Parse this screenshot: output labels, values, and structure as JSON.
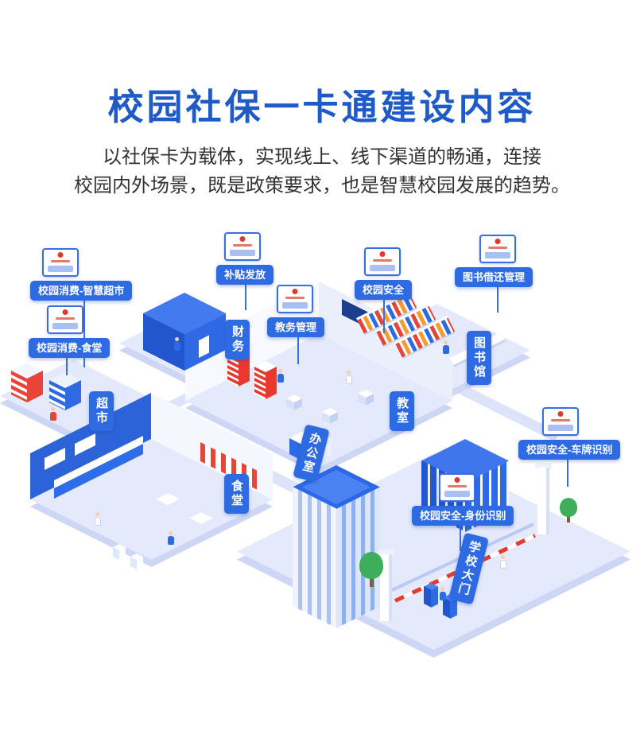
{
  "header": {
    "title": "校园社保一卡通建设内容",
    "subtitle_line1": "以社保卡为载体，实现线上、线下渠道的畅通，连接",
    "subtitle_line2": "校园内外场景，既是政策要求，也是智慧校园发展的趋势。"
  },
  "callouts": [
    {
      "label": "校园消费-智慧超市"
    },
    {
      "label": "校园消费-食堂"
    },
    {
      "label": "补贴发放"
    },
    {
      "label": "教务管理"
    },
    {
      "label": "校园安全"
    },
    {
      "label": "图书借还管理"
    },
    {
      "label": "校园安全-车牌识别"
    },
    {
      "label": "校园安全-身份识别"
    }
  ],
  "zones": [
    {
      "label": "财务"
    },
    {
      "label": "超市"
    },
    {
      "label": "办公室"
    },
    {
      "label": "教室"
    },
    {
      "label": "图书馆"
    },
    {
      "label": "食堂"
    },
    {
      "label": "学校大门"
    }
  ],
  "icons": {
    "card": "social-security-card-icon"
  },
  "colors": {
    "title_blue": "#1f5ac9",
    "primary_blue": "#2e6ae2",
    "platform_lavender": "#e4e9fb",
    "accent_red": "#e8453a",
    "tree_green": "#3fae5c"
  }
}
